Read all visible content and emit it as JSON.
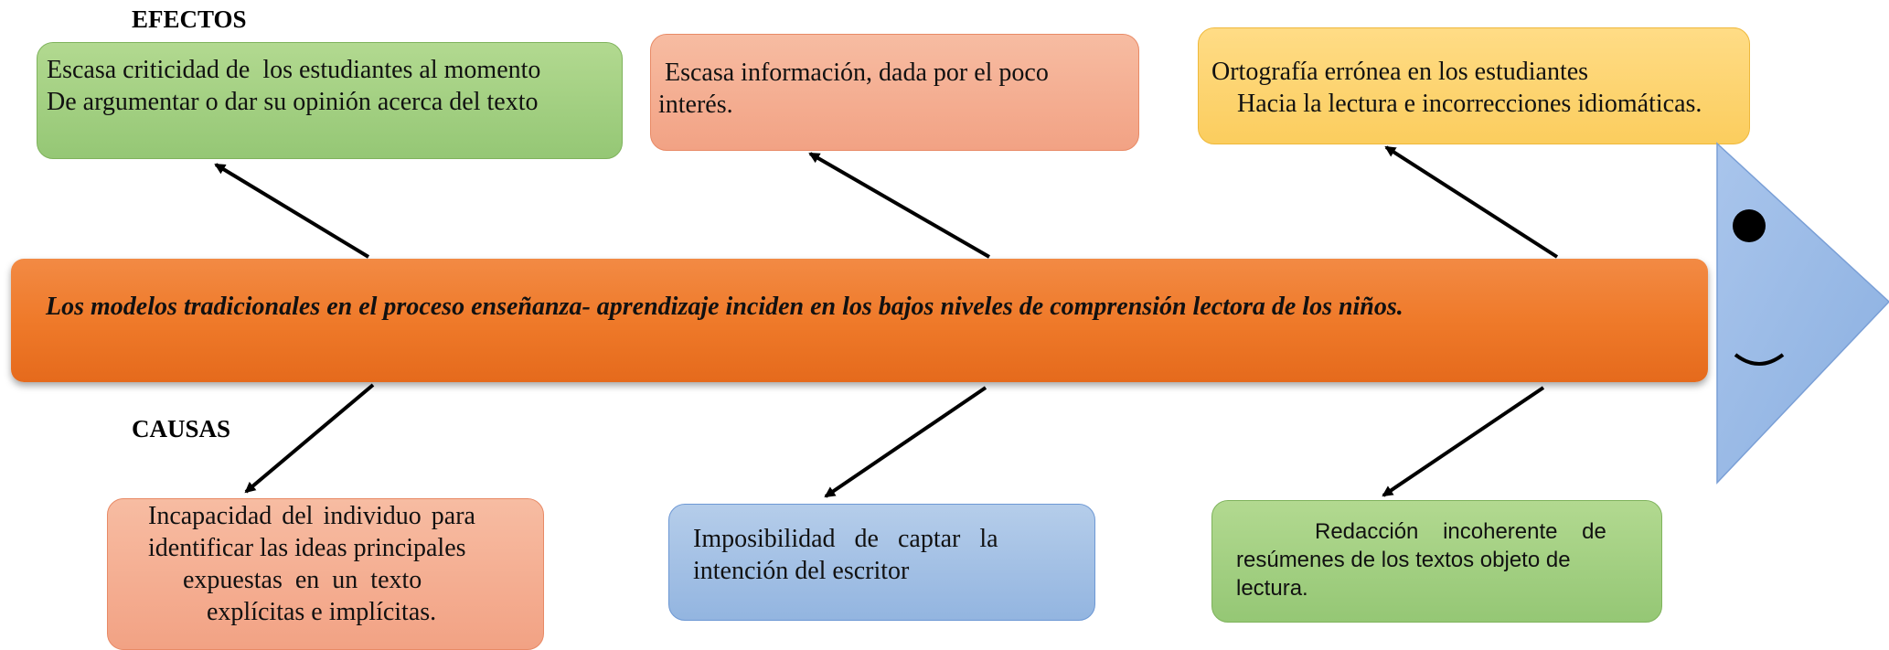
{
  "labels": {
    "efectos": "EFECTOS",
    "causas": "CAUSAS"
  },
  "problem": "Los modelos tradicionales en el proceso enseñanza- aprendizaje inciden en los bajos niveles de comprensión lectora de los niños.",
  "effects": [
    {
      "lines": [
        "Escasa criticidad de  los estudiantes al momento",
        "De argumentar o dar su opinión acerca del texto"
      ]
    },
    {
      "lines": [
        " Escasa información, dada por el poco",
        "interés."
      ]
    },
    {
      "lines": [
        "Ortografía errónea en los estudiantes",
        "    Hacia la lectura e incorrecciones idiomáticas."
      ]
    }
  ],
  "causes": [
    {
      "lines": [
        "Incapacidad del individuo para",
        "identificar las ideas principales",
        "expuestas  en  un  texto",
        "explícitas e implícitas."
      ]
    },
    {
      "lines": [
        "Imposibilidad   de   captar   la",
        "intención del escritor"
      ]
    },
    {
      "lines": [
        "Redacción    incoherente    de",
        "resúmenes de los textos objeto de",
        "lectura."
      ]
    }
  ],
  "colors": {
    "spine": "#ef7a2a",
    "effect_boxes": [
      "#a8d08d",
      "#f4b183",
      "#ffd966"
    ],
    "cause_boxes": [
      "#f4b183",
      "#9dc3e6",
      "#a8d08d"
    ],
    "fish_head": "#8fb4e3"
  }
}
